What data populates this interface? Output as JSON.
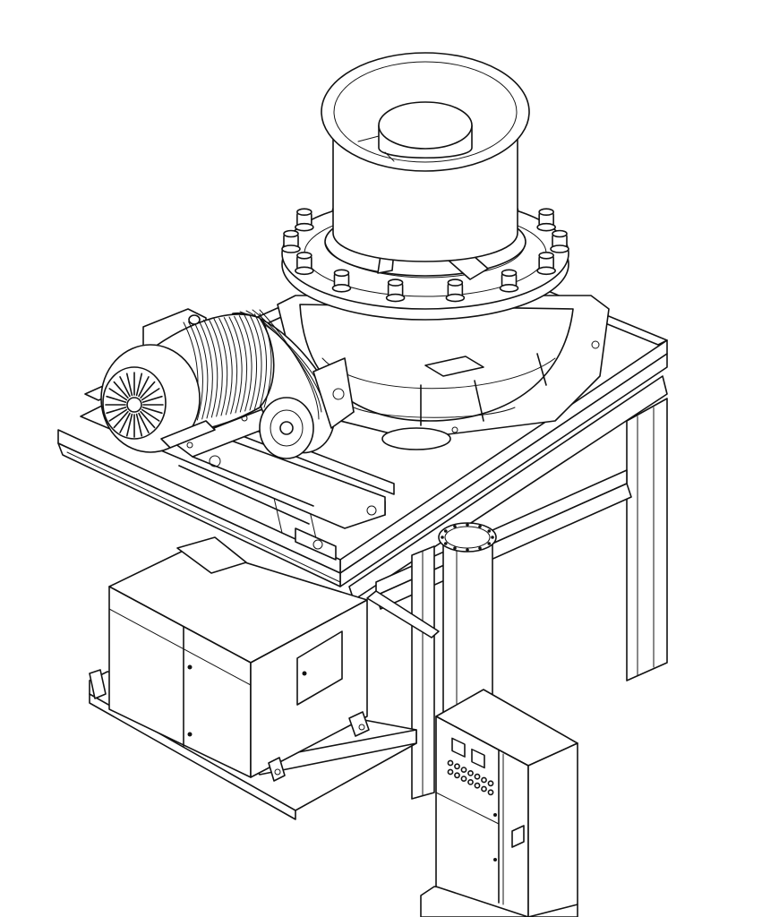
{
  "colors": {
    "line": "#111111",
    "background": "#ffffff"
  },
  "diagram": {
    "components": [
      {
        "name": "crusher-feed-hopper-icon"
      },
      {
        "name": "crusher-bolted-flange-icon"
      },
      {
        "name": "crusher-main-body-icon"
      },
      {
        "name": "electric-motor-icon"
      },
      {
        "name": "v-belt-drive-icon"
      },
      {
        "name": "steel-frame-icon"
      },
      {
        "name": "support-column-icon"
      },
      {
        "name": "hydraulic-unit-cabinet-icon"
      },
      {
        "name": "control-panel-cabinet-icon"
      }
    ],
    "flange_bolt_count": 14,
    "motor_fin_count": 16,
    "panel_button_count": 14
  }
}
